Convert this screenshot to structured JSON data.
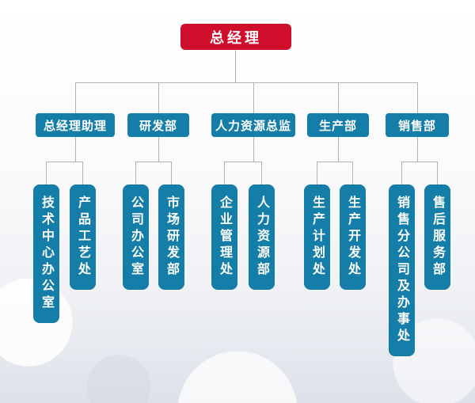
{
  "colors": {
    "rootColor": "#cf0e2c",
    "nodeColor": "#157ea8",
    "lineColor": "#b3b3b3"
  },
  "org": {
    "root": {
      "label": "总经理"
    },
    "departments": [
      {
        "label": "总经理助理",
        "children": [
          {
            "label": "技术中心办公室"
          },
          {
            "label": "产品工艺处"
          }
        ]
      },
      {
        "label": "研发部",
        "children": [
          {
            "label": "公司办公室"
          },
          {
            "label": "市场研发部"
          }
        ]
      },
      {
        "label": "人力资源总监",
        "children": [
          {
            "label": "企业管理处"
          },
          {
            "label": "人力资源部"
          }
        ]
      },
      {
        "label": "生产部",
        "children": [
          {
            "label": "生产计划处"
          },
          {
            "label": "生产开发处"
          }
        ]
      },
      {
        "label": "销售部",
        "children": [
          {
            "label": "销售分公司及办事处"
          },
          {
            "label": "售后服务部"
          }
        ]
      }
    ]
  }
}
